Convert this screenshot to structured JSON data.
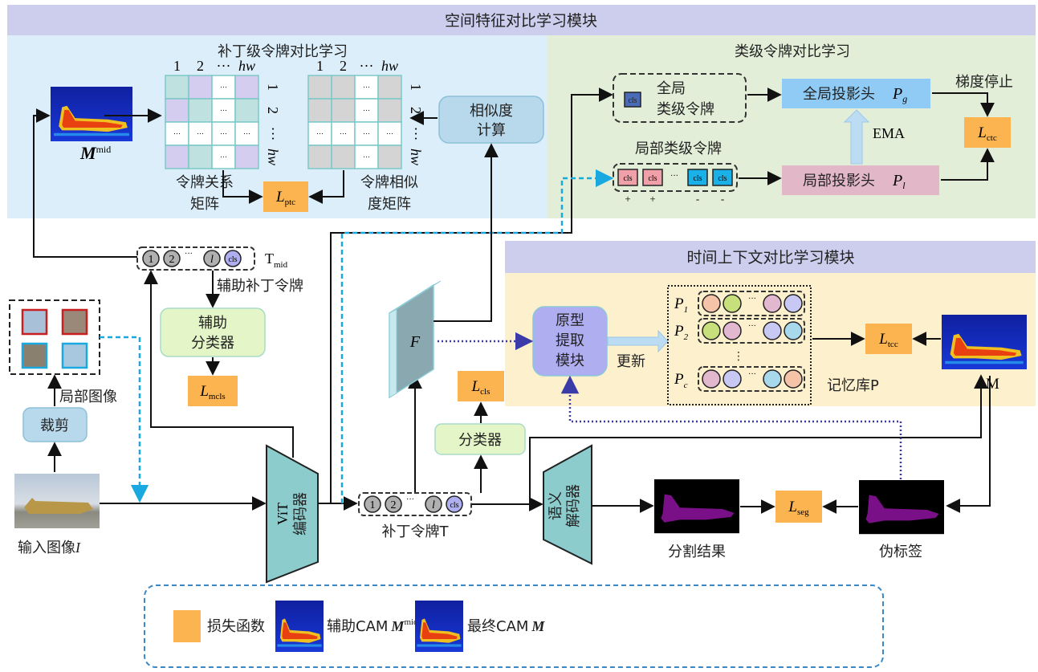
{
  "colors": {
    "header_band": "#cdcdee",
    "spatial_bg": "#dbeefa",
    "class_bg": "#e2eed8",
    "temporal_bg": "#fdf0cc",
    "loss": "#fbb450",
    "encoder": "#8ccccc",
    "blue_box": "#b8d8ec",
    "green_box": "#e4f6c8",
    "purple_box": "#aeaef0",
    "global_proj": "#8fcbf4",
    "local_proj": "#e2b8c8",
    "cyan_dash": "#1aa8e0",
    "purple_dot": "#3a3aa8"
  },
  "spatial_module": {
    "title": "空间特征对比学习模块",
    "patch_section": {
      "title": "补丁级令牌对比学习",
      "cam_label_main": "M",
      "cam_label_sup": "mid",
      "matrix_col_labels": [
        "1",
        "2",
        "···",
        "hw"
      ],
      "matrix_row_labels": [
        "1",
        "2",
        "···",
        "hw"
      ],
      "cell_ellipsis": "···",
      "relation_matrix_label": [
        "令牌关系",
        "矩阵"
      ],
      "similarity_matrix_label": [
        "令牌相似",
        "度矩阵"
      ],
      "similarity_calc": [
        "相似度",
        "计算"
      ],
      "loss_main": "L",
      "loss_sub": "ptc"
    },
    "class_section": {
      "title": "类级令牌对比学习",
      "global_token_label": [
        "全局",
        "类级令牌"
      ],
      "cls": "cls",
      "local_tokens_title": "局部类级令牌",
      "local_signs": [
        "+",
        "+",
        "-",
        "-"
      ],
      "ellipsis": "···",
      "global_proj": "全局投影头",
      "global_proj_sym": "P",
      "global_proj_sub": "g",
      "local_proj": "局部投影头",
      "local_proj_sym": "P",
      "local_proj_sub": "l",
      "ema": "EMA",
      "stop_grad": "梯度停止",
      "loss_main": "L",
      "loss_sub": "ctc"
    }
  },
  "temporal_module": {
    "title": "时间上下文对比学习模块",
    "proto_extract": [
      "原型",
      "提取",
      "模块"
    ],
    "update": "更新",
    "prototypes": [
      {
        "label": "P",
        "sub": "1",
        "colors": [
          "#f5c4a8",
          "#c8e07c",
          "#e2b8d0",
          "#c8c8f4"
        ]
      },
      {
        "label": "P",
        "sub": "2",
        "colors": [
          "#c8e07c",
          "#e2b8d0",
          "#c8c8f4",
          "#a8d8ec"
        ]
      },
      {
        "label": "P",
        "sub": "c",
        "colors": [
          "#e2b8d0",
          "#c8c8f4",
          "#a8d8ec",
          "#f5c4a8"
        ]
      }
    ],
    "vdots": "⋮",
    "ellipsis": "···",
    "memory_bank": "记忆库P",
    "cam_label": "M",
    "loss_main": "L",
    "loss_sub": "tcc"
  },
  "pipeline": {
    "input_image": "输入图像",
    "input_image_sym": "I",
    "crop": "裁剪",
    "local_images": "局部图像",
    "vit_encoder": [
      "ViT",
      "编码器"
    ],
    "tmid_label": "T",
    "tmid_sub": "mid",
    "token_numbers": [
      "1",
      "2",
      "l"
    ],
    "token_ellipsis": "···",
    "cls": "cls",
    "aux_patch_tokens": "辅助补丁令牌",
    "aux_classifier": [
      "辅助",
      "分类器"
    ],
    "loss_mcls_main": "L",
    "loss_mcls_sub": "mcls",
    "feature_map": "F",
    "classifier": "分类器",
    "loss_cls_main": "L",
    "loss_cls_sub": "cls",
    "patch_tokens": "补丁令牌T",
    "semantic_decoder": [
      "语义",
      "解码器"
    ],
    "seg_result": "分割结果",
    "loss_seg_main": "L",
    "loss_seg_sub": "seg",
    "pseudo_label": "伪标签"
  },
  "legend": {
    "loss_fn": "损失函数",
    "aux_cam": "辅助CAM",
    "aux_cam_sym": "M",
    "aux_cam_sup": "mid",
    "final_cam": "最终CAM",
    "final_cam_sym": "M"
  }
}
